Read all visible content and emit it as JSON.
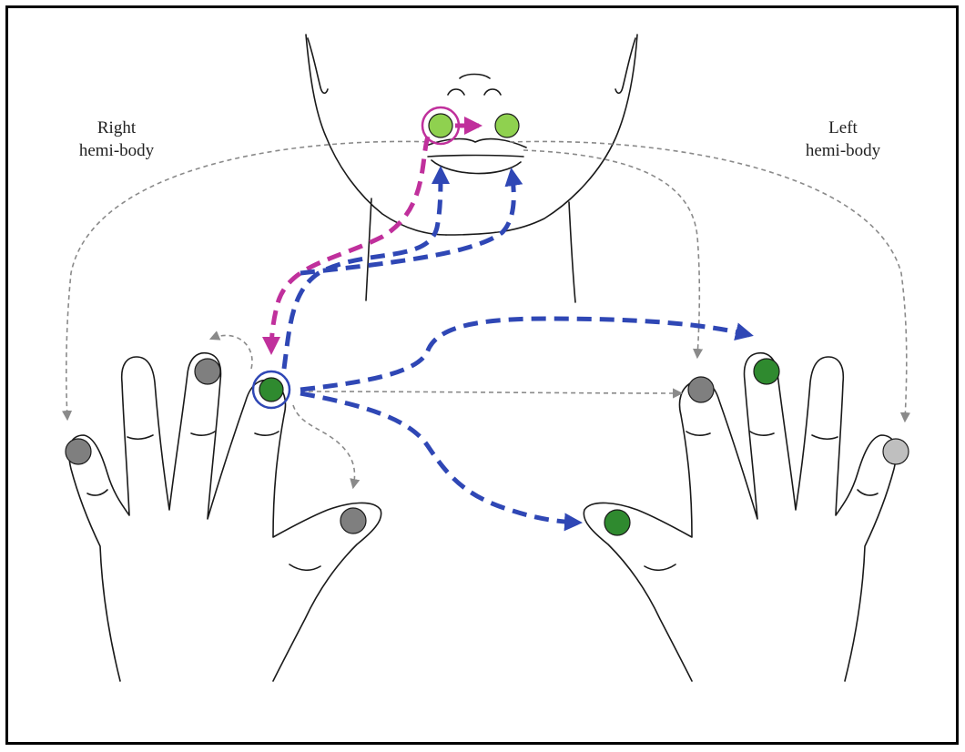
{
  "labels": {
    "right_line1": "Right",
    "right_line2": "hemi-body",
    "left_line1": "Left",
    "left_line2": "hemi-body"
  },
  "colors": {
    "outline": "#1a1a1a",
    "paired_pathway": "#c0309c",
    "transfer_pathway": "#2f47b5",
    "untested_pathway": "#8a8a8a",
    "trained_site": "#2f8a2f",
    "lip_site": "#8fd14f",
    "untested_site": "#7f7f7f",
    "untested_site_light": "#bfbfbf"
  }
}
